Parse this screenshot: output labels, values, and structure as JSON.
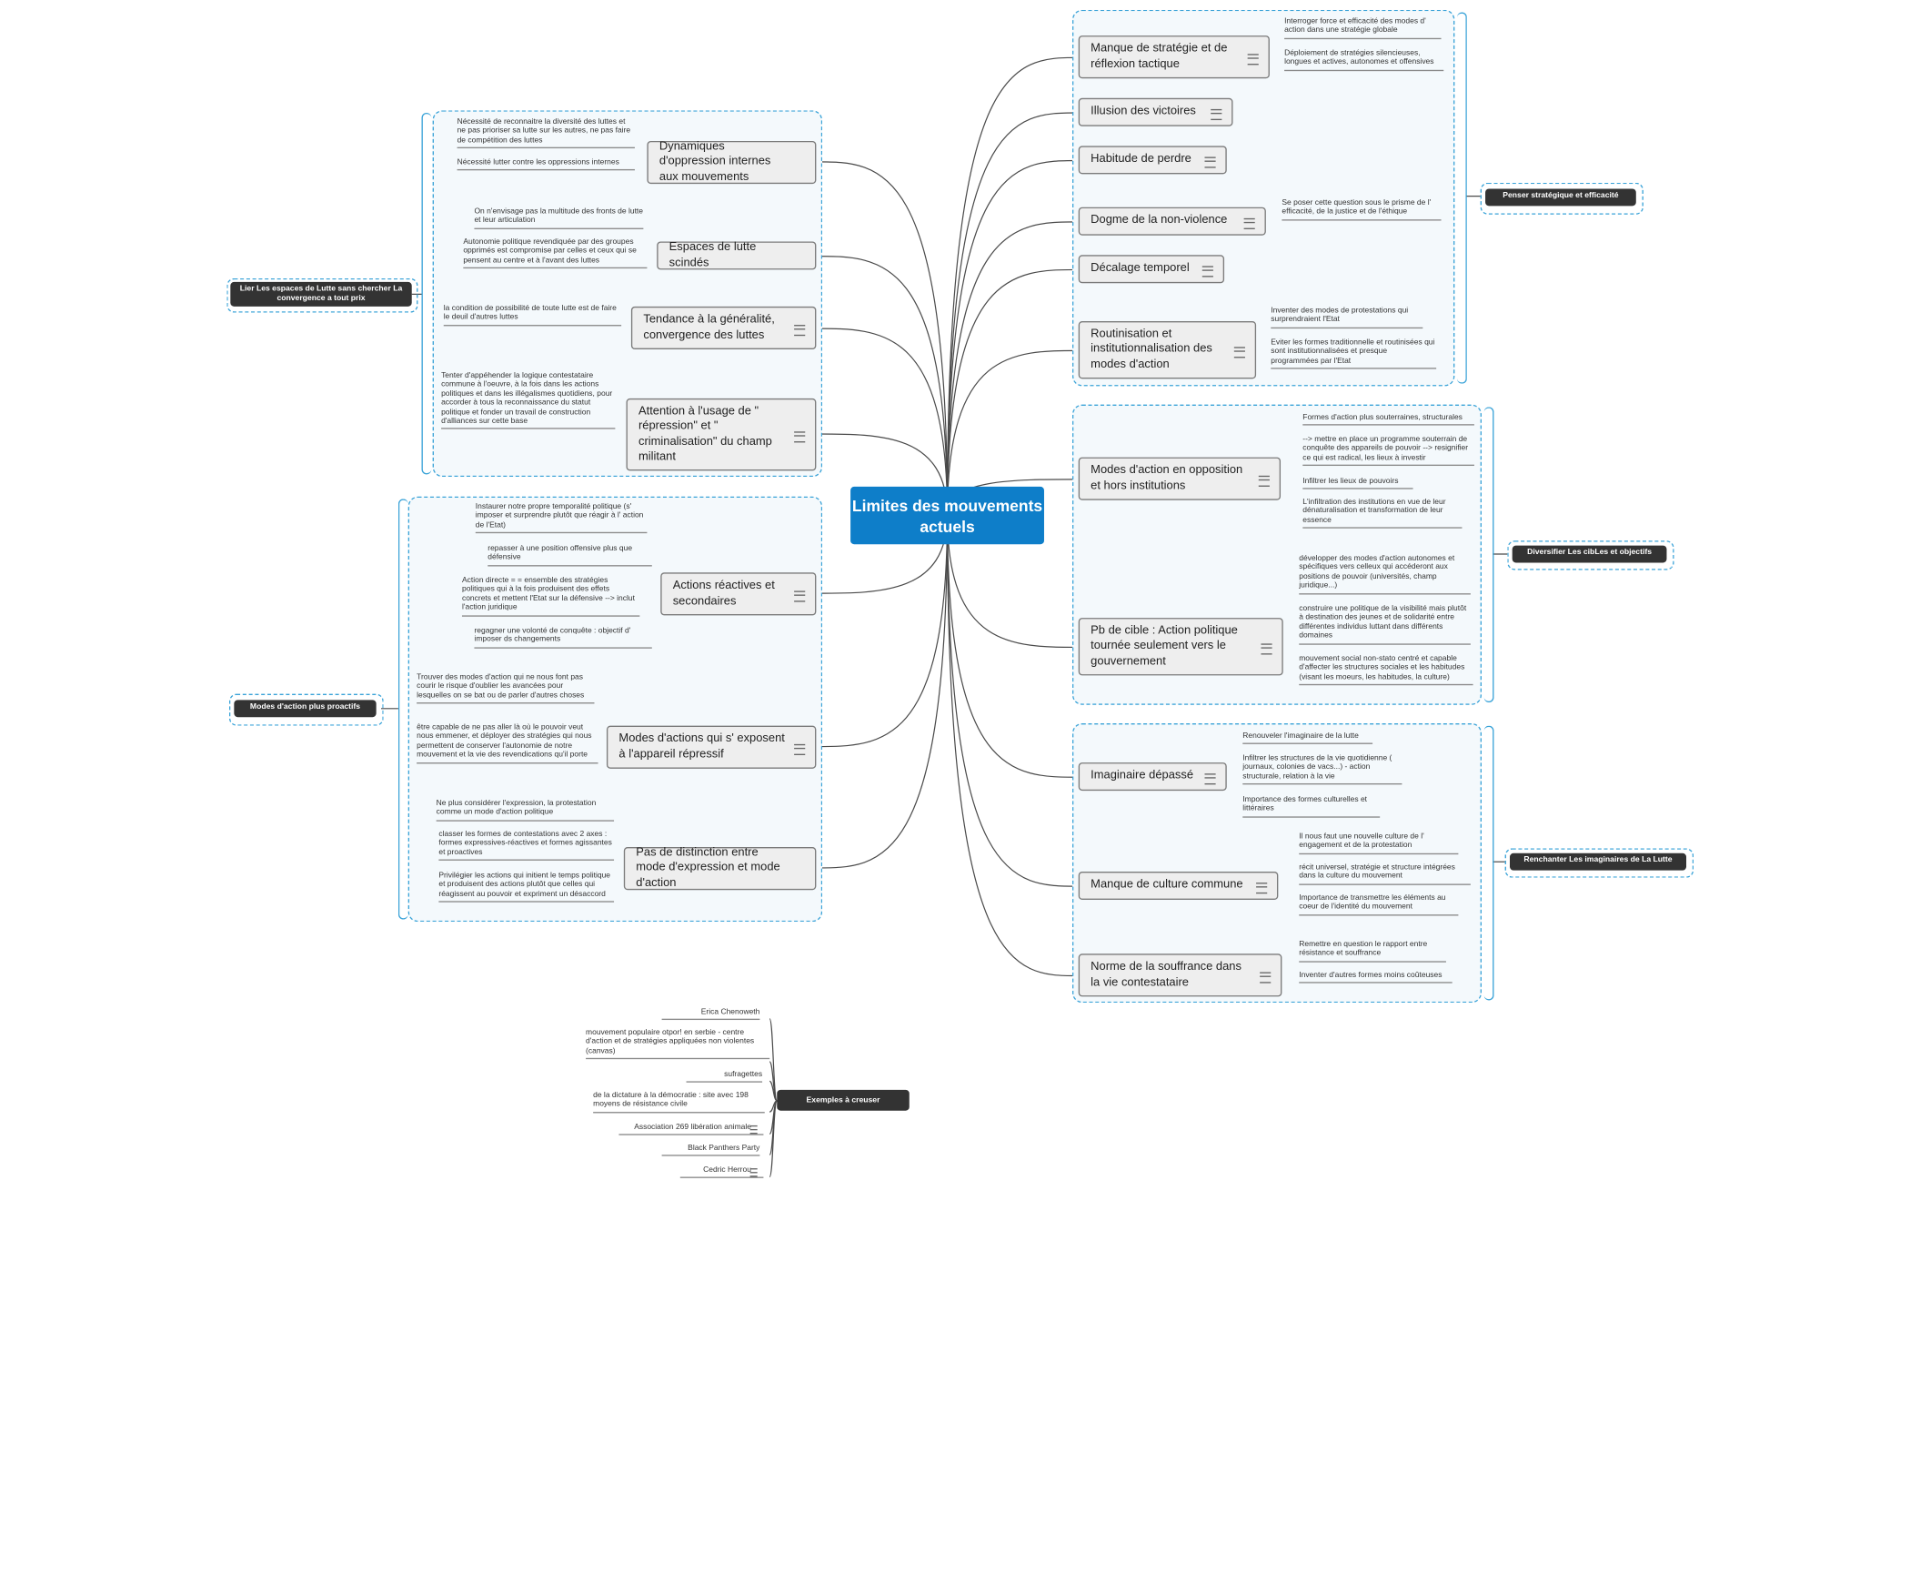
{
  "central_topic": "Limites des mouvements actuels",
  "left_groups": [
    {
      "label": "Lier Les espaces de Lutte sans chercher La convergence a tout prix",
      "topics": [
        {
          "title": "Dynamiques d'oppression internes aux mouvements",
          "subs": [
            "Nécessité de reconnaitre la diversité des luttes et ne pas prioriser sa lutte sur les autres, ne pas faire de compétition des luttes",
            "Nécessité lutter contre les oppressions internes"
          ]
        },
        {
          "title": "Espaces de lutte scindés",
          "subs": [
            "On n'envisage pas la multitude des fronts de lutte et leur articulation",
            "Autonomie politique revendiquée par des groupes opprimés est compromise par celles et ceux qui se pensent au centre et à l'avant des luttes"
          ]
        },
        {
          "title": "Tendance à la généralité, convergence des luttes",
          "subs": [
            "la condition de possibilité de toute lutte est de faire le deuil d'autres luttes"
          ]
        },
        {
          "title": "Attention à l'usage de \" répression\" et \" criminalisation\" du champ militant",
          "subs": [
            "Tenter d'appéhender la logique contestataire commune à l'oeuvre, à la fois dans les actions politiques et dans les illégalismes quotidiens, pour accorder à tous la reconnaissance du statut politique et fonder un travail de construction d'alliances sur cette base"
          ]
        }
      ]
    },
    {
      "label": "Modes d'action plus proactifs",
      "topics": [
        {
          "title": "Actions réactives et secondaires",
          "subs": [
            "Instaurer notre propre temporalité politique (s' imposer et surprendre plutôt que réagir à l' action de l'Etat)",
            "repasser à une position offensive plus que défensive",
            "Action directe = = ensemble des stratégies politiques qui à la fois produisent des effets concrets et mettent l'Etat sur la défensive --> inclut l'action juridique",
            "regagner une volonté de conquête : objectif d' imposer ds changements"
          ]
        },
        {
          "title": "Modes d'actions qui s' exposent à l'appareil répressif",
          "subs": [
            "Trouver des modes d'action qui ne nous font pas courir le risque d'oublier les avancées pour lesquelles on se bat ou de parler d'autres choses",
            "être capable de ne pas aller là où le pouvoir veut nous emmener, et déployer des stratégies qui nous permettent de conserver l'autonomie de notre mouvement et la vie des revendications qu'il porte"
          ]
        },
        {
          "title": "Pas de distinction entre mode d'expression et mode d'action",
          "subs": [
            "Ne plus considérer l'expression, la protestation comme un mode d'action politique",
            "classer les formes de contestations avec 2 axes : formes expressives-réactives et formes agissantes et proactives",
            "Privilégier les actions qui initient le temps politique et produisent des actions plutôt que celles qui réagissent au pouvoir et expriment un désaccord"
          ]
        }
      ]
    }
  ],
  "right_groups": [
    {
      "label": "Penser stratégique et efficacité",
      "topics": [
        {
          "title": "Manque de stratégie et de réflexion tactique",
          "subs": [
            "Interroger force et efficacité des modes d' action dans une stratégie globale",
            "Déploiement de stratégies silencieuses, longues et actives, autonomes et offensives"
          ]
        },
        {
          "title": "Illusion des victoires",
          "subs": []
        },
        {
          "title": "Habitude de perdre",
          "subs": []
        },
        {
          "title": "Dogme de la non-violence",
          "subs": [
            "Se poser cette question sous le prisme de l' efficacité, de la justice et de l'éthique"
          ]
        },
        {
          "title": "Décalage temporel",
          "subs": []
        },
        {
          "title": "Routinisation et institutionnalisation des modes d'action",
          "subs": [
            "Inventer des modes de protestations qui surprendraient l'Etat",
            "Eviter les formes traditionnelle et routinisées qui sont institutionnalisées et presque programmées par l'Etat"
          ]
        }
      ]
    },
    {
      "label": "Diversifier Les cibLes et objectifs",
      "topics": [
        {
          "title": "Modes d'action en opposition et hors institutions",
          "subs": [
            "Formes d'action plus souterraines, structurales",
            "--> mettre en place un programme souterrain de conquête des appareils de pouvoir --> resignifier ce qui est radical, les lieux à investir",
            "Infiltrer les lieux de pouvoirs",
            "L'infiltration des institutions en vue de leur dénaturalisation et transformation de leur essence"
          ]
        },
        {
          "title": "Pb de cible : Action politique tournée seulement vers le gouvernement",
          "subs": [
            "développer des modes d'action autonomes et spécifiques vers celleux qui accéderont aux positions de pouvoir (universités, champ juridique...)",
            "construire une politique de la visibilité mais plutôt à destination des jeunes et de solidarité entre différentes individus luttant dans différents domaines",
            "mouvement social non-stato centré et capable d'affecter les structures sociales et les habitudes (visant les moeurs, les habitudes, la culture)"
          ]
        }
      ]
    },
    {
      "label": "Renchanter Les imaginaires de La Lutte",
      "topics": [
        {
          "title": "Imaginaire dépassé",
          "subs": [
            "Renouveler l'imaginaire de la lutte",
            "Infiltrer les structures de la vie quotidienne ( journaux, colonies de vacs...) - action structurale, relation à la vie",
            "Importance des formes culturelles et littéraires"
          ]
        },
        {
          "title": "Manque de culture commune",
          "subs": [
            "Il nous faut une nouvelle culture de l' engagement et de la protestation",
            "récit universel, stratégie et structure intégrées dans la culture du mouvement",
            "Importance de transmettre les éléments au coeur de l'identité du mouvement"
          ]
        },
        {
          "title": "Norme de la souffrance dans la vie contestataire",
          "subs": [
            "Remettre en question le rapport entre résistance et souffrance",
            "Inventer d'autres formes moins coûteuses"
          ]
        }
      ]
    }
  ],
  "examples": {
    "label": "Exemples à creuser",
    "items": [
      "Erica Chenoweth",
      "mouvement populaire otpor! en serbie - centre d'action et de stratégies appliquées non violentes (canvas)",
      "sufragettes",
      "de la dictature à la démocratie : site avec 198 moyens de résistance civile",
      "Association 269 libération animale",
      "Black Panthers Party",
      "Cedric Herrou"
    ]
  },
  "colors": {
    "accent": "#0e7ec9",
    "frame": "#3aa3d8",
    "label_bg": "#333333",
    "topic_bg": "#eeeeee"
  }
}
